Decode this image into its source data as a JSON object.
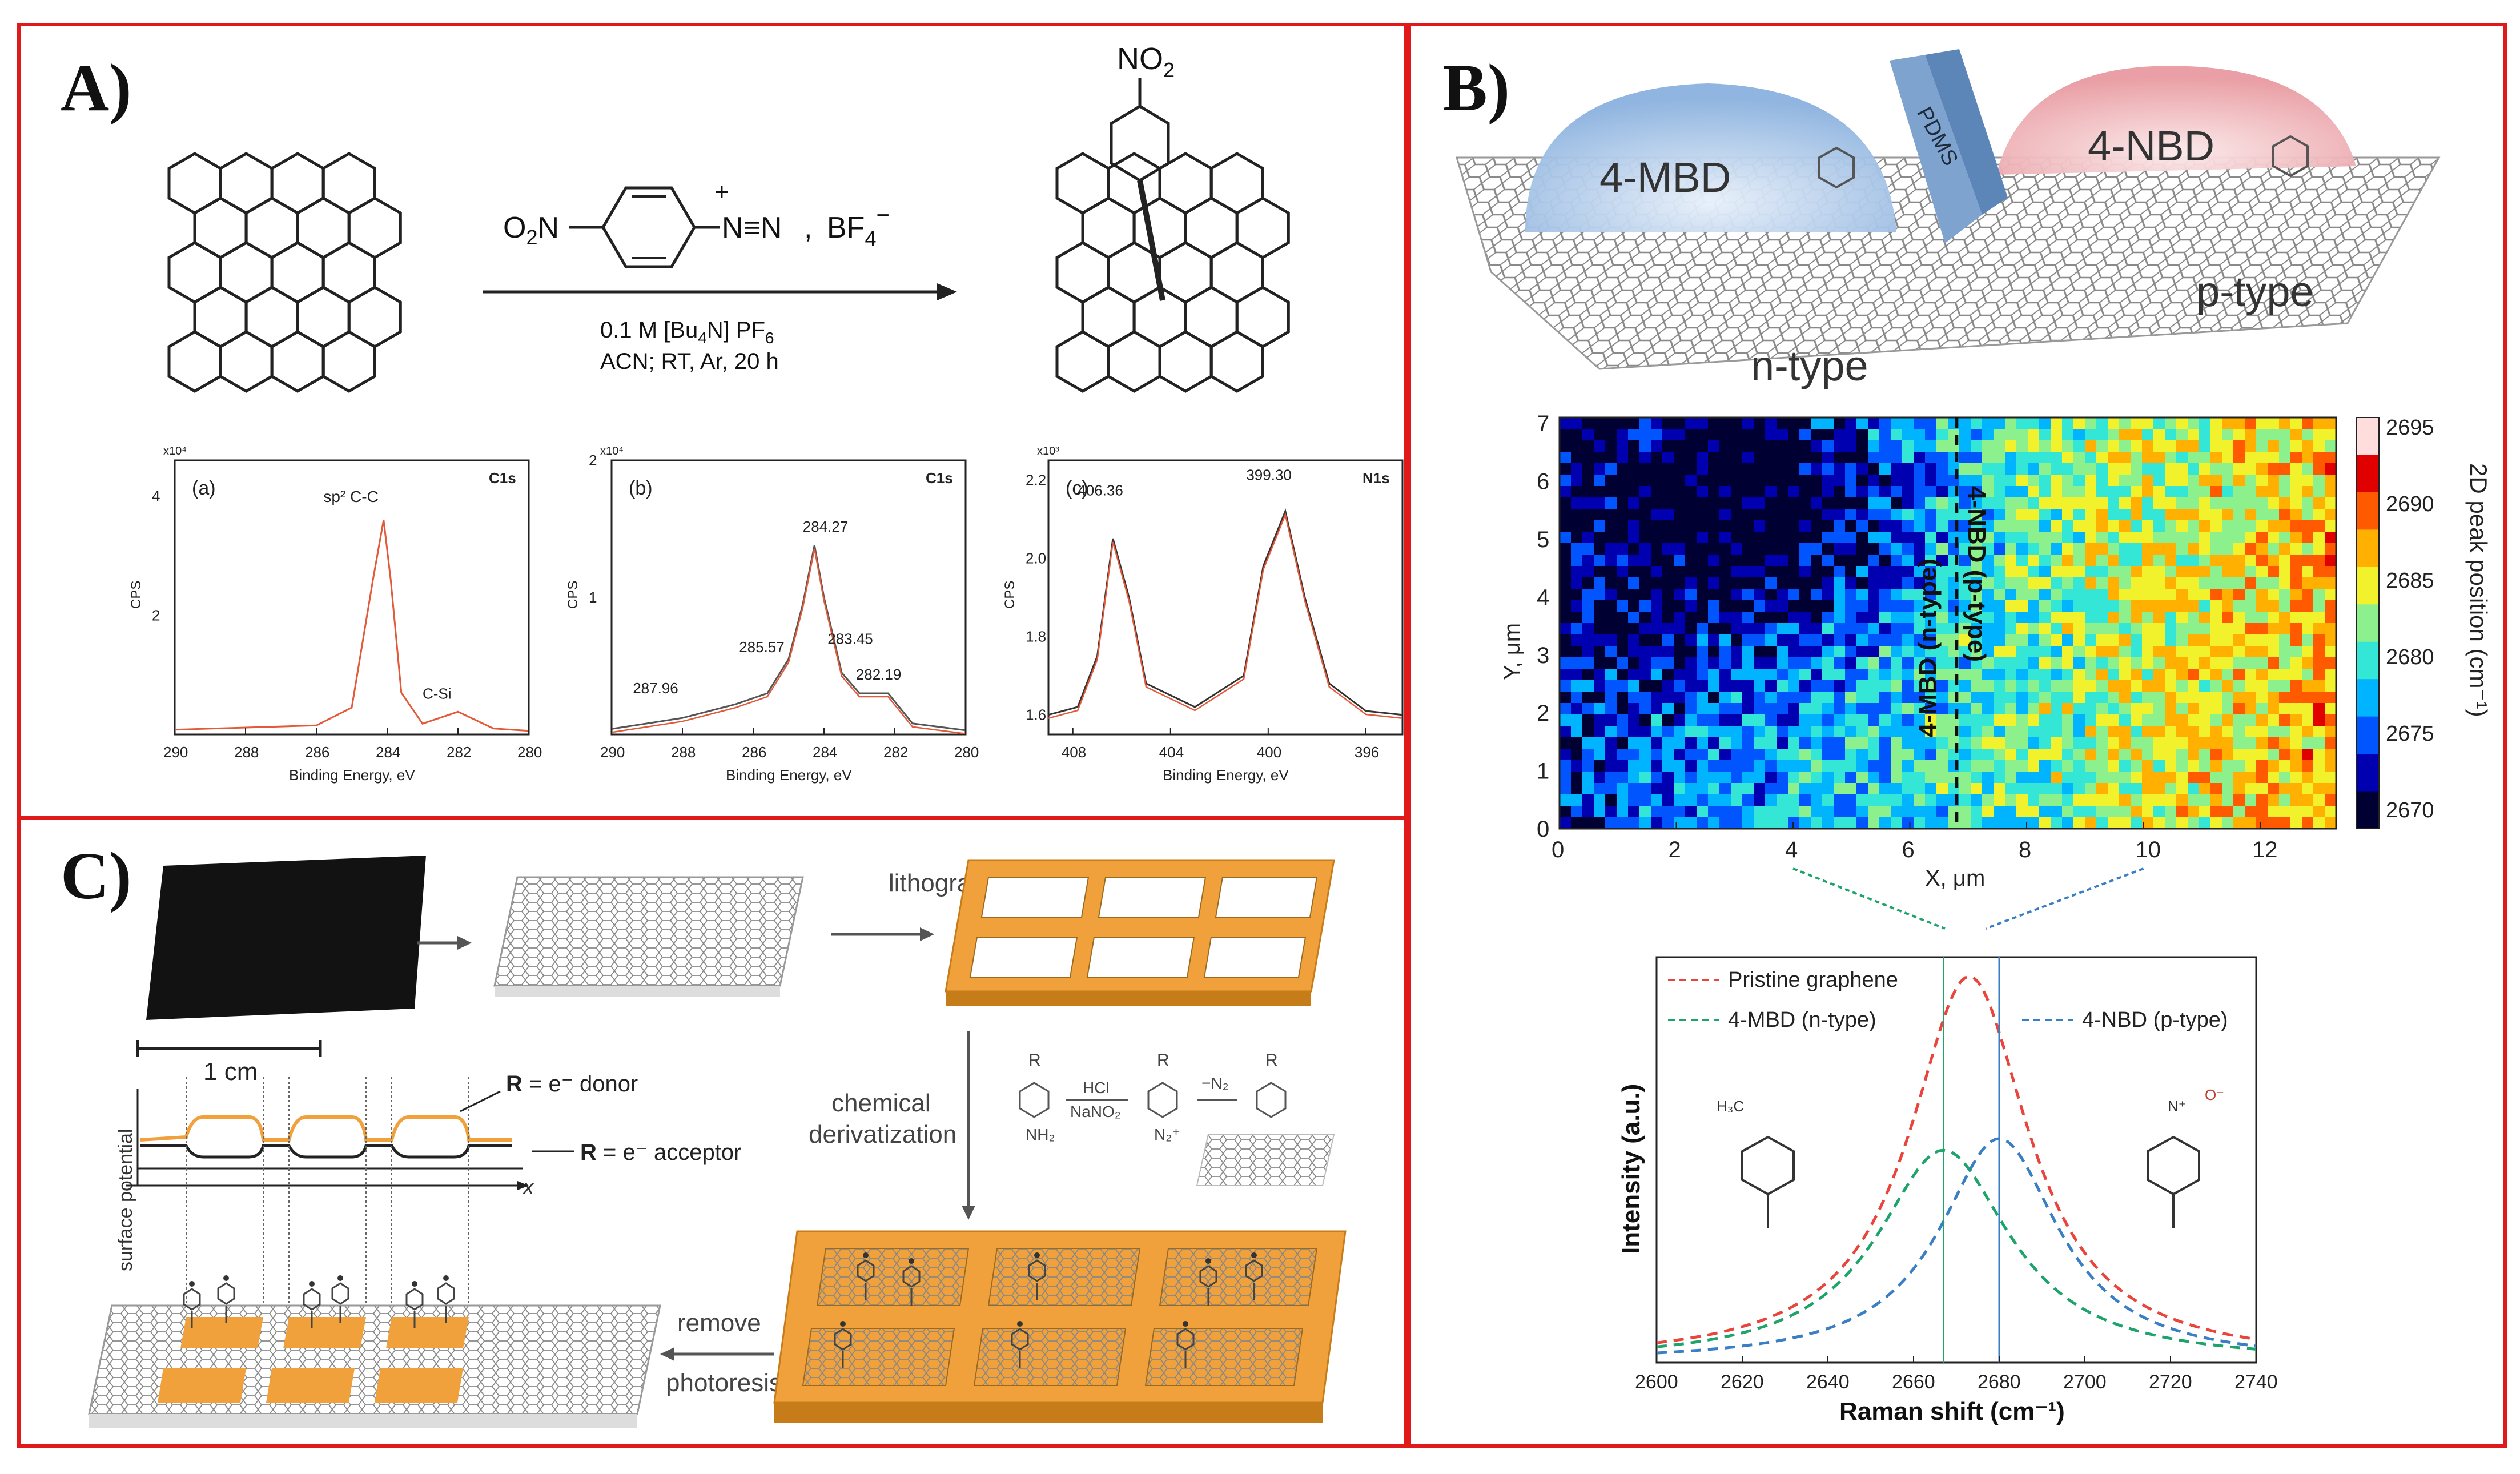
{
  "panels": {
    "a": {
      "letter": "A)",
      "reagent": {
        "ring_left": "O",
        "ring_left_sub": "2",
        "ring_left_suffix": "N",
        "diazo": "N≡N",
        "plus": "+",
        "counter": "BF",
        "counter_sub": "4",
        "counter_sup": "−",
        "comma": ","
      },
      "conditions": {
        "line1_a": "0.1 M [Bu",
        "line1_sub1": "4",
        "line1_b": "N] PF",
        "line1_sub2": "6",
        "line2": "ACN; RT, Ar, 20 h"
      },
      "product_group": {
        "text": "NO",
        "sub": "2"
      },
      "spectra": [
        {
          "id": "a",
          "label": "(a)",
          "region": "C1s",
          "scale": "x10⁴",
          "ylabel": "CPS",
          "xlabel": "Binding Energy, eV",
          "xticks": [
            "290",
            "288",
            "286",
            "284",
            "282",
            "280"
          ],
          "yticks": [
            "2",
            "4"
          ],
          "peak_labels": [
            "sp² C-C",
            "C-Si"
          ]
        },
        {
          "id": "b",
          "label": "(b)",
          "region": "C1s",
          "scale": "x10⁴",
          "ylabel": "CPS",
          "xlabel": "Binding Energy, eV",
          "xticks": [
            "290",
            "288",
            "286",
            "284",
            "282",
            "280"
          ],
          "yticks": [
            "1",
            "2"
          ],
          "peak_labels": [
            "284.27",
            "285.57",
            "283.45",
            "287.96",
            "282.19"
          ]
        },
        {
          "id": "c",
          "label": "(c)",
          "region": "N1s",
          "scale": "x10³",
          "ylabel": "CPS",
          "xlabel": "Binding Energy, eV",
          "xticks": [
            "408",
            "404",
            "400",
            "396"
          ],
          "yticks": [
            "1.6",
            "1.8",
            "2.0",
            "2.2"
          ],
          "peak_labels": [
            "406.36",
            "399.30"
          ]
        }
      ]
    },
    "b": {
      "letter": "B)",
      "drop_left": "4-MBD",
      "drop_right": "4-NBD",
      "barrier": "PDMS",
      "type_left": "n-type",
      "type_right": "p-type",
      "map": {
        "ylabel": "Y, μm",
        "xlabel": "X, μm",
        "xticks": [
          "0",
          "2",
          "4",
          "6",
          "8",
          "10",
          "12"
        ],
        "yticks": [
          "0",
          "1",
          "2",
          "3",
          "4",
          "5",
          "6",
          "7"
        ],
        "divider_left": "4-MBD (n-type)",
        "divider_right": "4-NBD (p-type)",
        "colorbar_label": "2D peak position (cm⁻¹)",
        "colorbar_ticks": [
          "2695",
          "2690",
          "2685",
          "2680",
          "2675",
          "2670"
        ]
      },
      "raman": {
        "xlabel": "Raman shift (cm⁻¹)",
        "ylabel": "Intensity (a.u.)",
        "xticks": [
          "2600",
          "2620",
          "2640",
          "2660",
          "2680",
          "2700",
          "2720",
          "2740"
        ],
        "legend": [
          "Pristine graphene",
          "4-MBD (n-type)",
          "4-NBD (p-type)"
        ],
        "colors": [
          "#e8453c",
          "#1ea36a",
          "#3a7fc4"
        ],
        "mol_left_label": "H₃C",
        "mol_right_label": "N⁺",
        "mol_right_o": "O⁻"
      }
    },
    "c": {
      "letter": "C)",
      "scale_bar": "1 cm",
      "lithography": "lithography",
      "chemical": "chemical",
      "derivatization": "derivatization",
      "remove": "remove",
      "photoresist": "photoresist",
      "donor_prefix": "R",
      "donor_text": " = e⁻ donor",
      "acceptor_prefix": "R",
      "acceptor_text": " = e⁻ acceptor",
      "axis_y": "surface potential",
      "axis_x": "x",
      "reaction": {
        "R": "R",
        "hcl": "HCl",
        "nano2": "NaNO₂",
        "nh2": "NH₂",
        "n2": "N₂⁺",
        "loss": "−N₂"
      }
    }
  },
  "chart_data": [
    {
      "type": "line",
      "title": "",
      "panel_label": "(a)",
      "xlabel": "Binding Energy, eV",
      "ylabel": "CPS",
      "xlim": [
        290,
        280
      ],
      "ylim": [
        0,
        4.6
      ],
      "series": [
        {
          "x": [
            290,
            286,
            285,
            284.4,
            284.1,
            283.9,
            283.6,
            283,
            282,
            281,
            280
          ],
          "y": [
            0.08,
            0.15,
            0.45,
            2.6,
            3.6,
            2.6,
            0.7,
            0.18,
            0.38,
            0.1,
            0.06
          ]
        }
      ]
    },
    {
      "type": "line",
      "title": "",
      "panel_label": "(b)",
      "xlabel": "Binding Energy, eV",
      "ylabel": "CPS",
      "xlim": [
        290,
        280
      ],
      "ylim": [
        0,
        2
      ],
      "series": [
        {
          "x": [
            290,
            288,
            286.5,
            285.6,
            285,
            284.6,
            284.27,
            284,
            283.5,
            283,
            282.19,
            281.5,
            280
          ],
          "y": [
            0.04,
            0.12,
            0.22,
            0.3,
            0.55,
            0.95,
            1.38,
            1.0,
            0.45,
            0.3,
            0.3,
            0.08,
            0.03
          ]
        }
      ]
    },
    {
      "type": "line",
      "title": "",
      "panel_label": "(c)",
      "xlabel": "Binding Energy, eV",
      "ylabel": "CPS",
      "xlim": [
        409,
        394.5
      ],
      "ylim": [
        1.55,
        2.25
      ],
      "series": [
        {
          "x": [
            409,
            407.8,
            407,
            406.36,
            405.7,
            405,
            403,
            401,
            400.2,
            399.3,
            398.5,
            397.5,
            396,
            394.5
          ],
          "y": [
            1.6,
            1.62,
            1.75,
            2.05,
            1.9,
            1.68,
            1.62,
            1.7,
            1.98,
            2.12,
            1.9,
            1.68,
            1.61,
            1.6
          ]
        }
      ]
    },
    {
      "type": "line",
      "title": "",
      "xlabel": "Raman shift (cm⁻¹)",
      "ylabel": "Intensity (a.u.)",
      "xlim": [
        2600,
        2740
      ],
      "ylim": [
        0,
        1.05
      ],
      "series": [
        {
          "name": "Pristine graphene",
          "peak": 2673,
          "height": 1.0,
          "width": 17
        },
        {
          "name": "4-MBD (n-type)",
          "peak": 2667,
          "height": 0.55,
          "width": 19
        },
        {
          "name": "4-NBD (p-type)",
          "peak": 2680,
          "height": 0.58,
          "width": 17
        }
      ]
    }
  ]
}
